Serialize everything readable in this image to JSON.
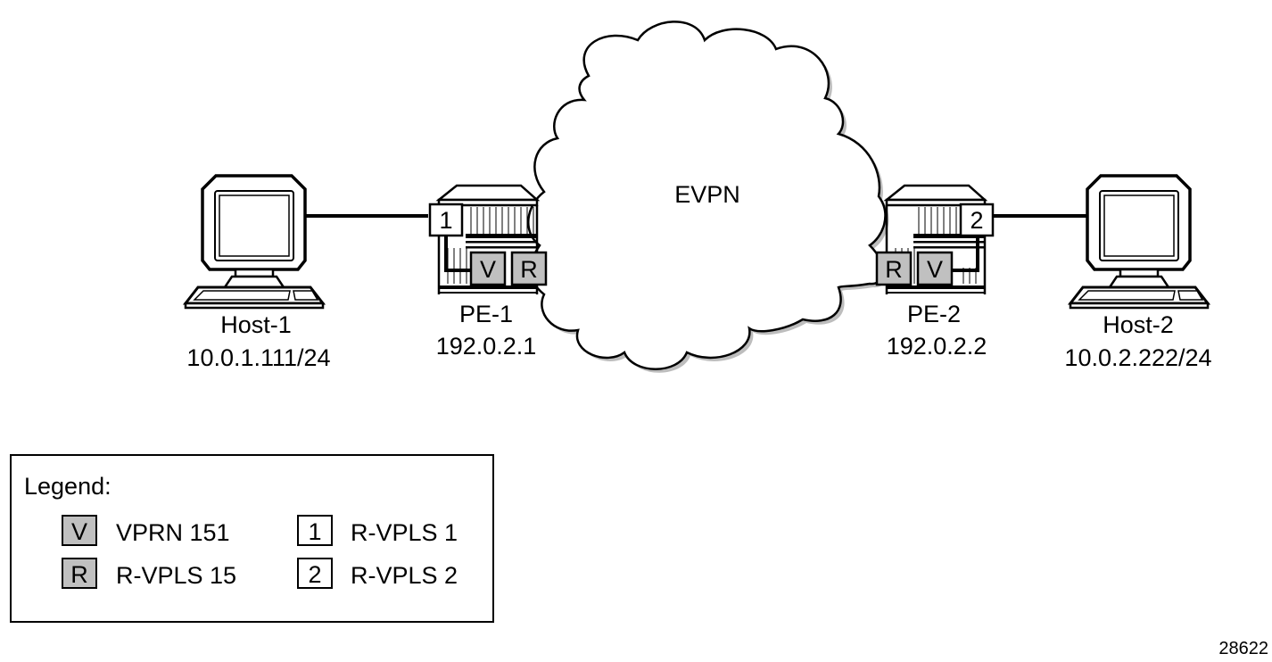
{
  "cloud": {
    "label": "EVPN"
  },
  "hosts": [
    {
      "id": "host-1",
      "name": "Host-1",
      "ip": "10.0.1.111/24"
    },
    {
      "id": "host-2",
      "name": "Host-2",
      "ip": "10.0.2.222/24"
    }
  ],
  "routers": [
    {
      "id": "pe-1",
      "name": "PE-1",
      "ip": "192.0.2.1",
      "rvpls_tag": "1",
      "vprn_tag": "V",
      "evpn_tag": "R"
    },
    {
      "id": "pe-2",
      "name": "PE-2",
      "ip": "192.0.2.2",
      "rvpls_tag": "2",
      "vprn_tag": "V",
      "evpn_tag": "R"
    }
  ],
  "legend": {
    "title": "Legend:",
    "items": [
      {
        "symbol": "V",
        "style": "gray",
        "text": "VPRN 151"
      },
      {
        "symbol": "R",
        "style": "gray",
        "text": "R-VPLS 15"
      },
      {
        "symbol": "1",
        "style": "white",
        "text": "R-VPLS 1"
      },
      {
        "symbol": "2",
        "style": "white",
        "text": "R-VPLS 2"
      }
    ]
  },
  "figure_id": "28622",
  "colors": {
    "tag_gray": "#c0c0c0",
    "stroke": "#000000",
    "shadow": "#bdbdbd"
  }
}
